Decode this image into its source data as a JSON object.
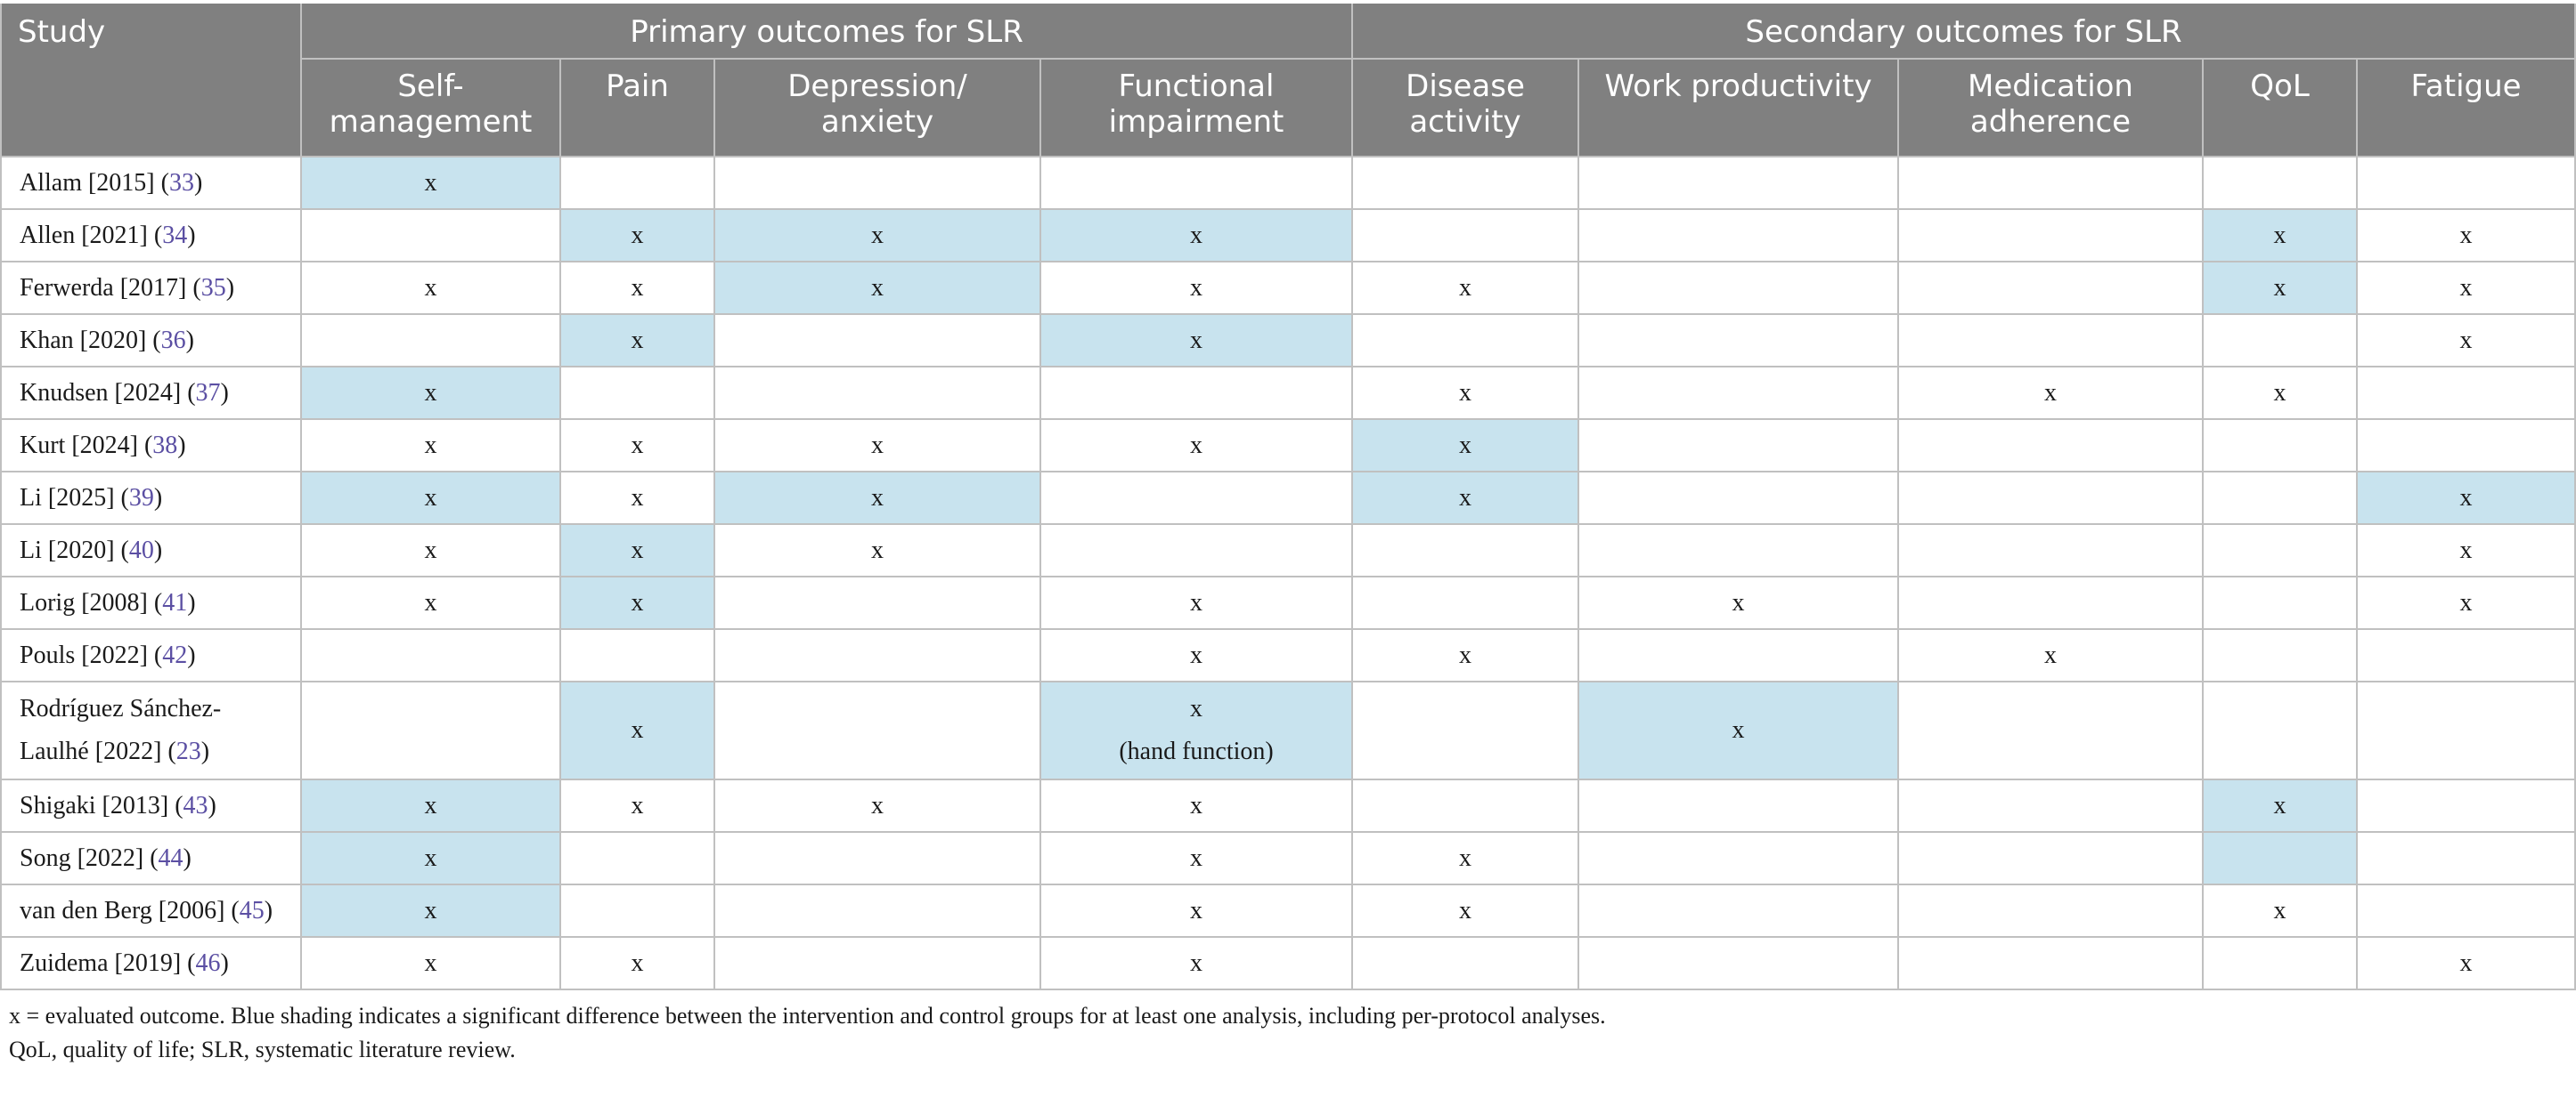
{
  "table": {
    "header_study": "Study",
    "group_primary": "Primary outcomes for SLR",
    "group_secondary": "Secondary outcomes for SLR",
    "columns": [
      {
        "key": "self_management",
        "line1": "Self-",
        "line2": "management"
      },
      {
        "key": "pain",
        "line1": "Pain",
        "line2": ""
      },
      {
        "key": "depression_anxiety",
        "line1": "Depression/",
        "line2": "anxiety"
      },
      {
        "key": "functional_impairment",
        "line1": "Functional",
        "line2": "impairment"
      },
      {
        "key": "disease_activity",
        "line1": "Disease",
        "line2": "activity"
      },
      {
        "key": "work_productivity",
        "line1": "Work productivity",
        "line2": ""
      },
      {
        "key": "medication_adherence",
        "line1": "Medication",
        "line2": "adherence"
      },
      {
        "key": "qol",
        "line1": "QoL",
        "line2": ""
      },
      {
        "key": "fatigue",
        "line1": "Fatigue",
        "line2": ""
      }
    ],
    "shade_color": "#c8e3ee",
    "header_color": "#808080",
    "citation_color": "#5b4fa3",
    "rows": [
      {
        "study_a": "Allam [2015] (",
        "cite": "33",
        "study_b": ")",
        "cells": [
          "x",
          "",
          "",
          "",
          "",
          "",
          "",
          "",
          ""
        ],
        "shaded": [
          true,
          false,
          false,
          false,
          false,
          false,
          false,
          false,
          false
        ]
      },
      {
        "study_a": "Allen [2021] (",
        "cite": "34",
        "study_b": ")",
        "cells": [
          "",
          "x",
          "x",
          "x",
          "",
          "",
          "",
          "x",
          "x"
        ],
        "shaded": [
          false,
          true,
          true,
          true,
          false,
          false,
          false,
          true,
          false
        ]
      },
      {
        "study_a": "Ferwerda [2017] (",
        "cite": "35",
        "study_b": ")",
        "cells": [
          "x",
          "x",
          "x",
          "x",
          "x",
          "",
          "",
          "x",
          "x"
        ],
        "shaded": [
          false,
          false,
          true,
          false,
          false,
          false,
          false,
          true,
          false
        ]
      },
      {
        "study_a": "Khan [2020] (",
        "cite": "36",
        "study_b": ")",
        "cells": [
          "",
          "x",
          "",
          "x",
          "",
          "",
          "",
          "",
          "x"
        ],
        "shaded": [
          false,
          true,
          false,
          true,
          false,
          false,
          false,
          false,
          false
        ]
      },
      {
        "study_a": "Knudsen [2024] (",
        "cite": "37",
        "study_b": ")",
        "cells": [
          "x",
          "",
          "",
          "",
          "x",
          "",
          "x",
          "x",
          ""
        ],
        "shaded": [
          true,
          false,
          false,
          false,
          false,
          false,
          false,
          false,
          false
        ]
      },
      {
        "study_a": "Kurt [2024] (",
        "cite": "38",
        "study_b": ")",
        "cells": [
          "x",
          "x",
          "x",
          "x",
          "x",
          "",
          "",
          "",
          ""
        ],
        "shaded": [
          false,
          false,
          false,
          false,
          true,
          false,
          false,
          false,
          false
        ]
      },
      {
        "study_a": "Li [2025] (",
        "cite": "39",
        "study_b": ")",
        "cells": [
          "x",
          "x",
          "x",
          "",
          "x",
          "",
          "",
          "",
          "x"
        ],
        "shaded": [
          true,
          false,
          true,
          false,
          true,
          false,
          false,
          false,
          true
        ]
      },
      {
        "study_a": "Li [2020] (",
        "cite": "40",
        "study_b": ")",
        "cells": [
          "x",
          "x",
          "x",
          "",
          "",
          "",
          "",
          "",
          "x"
        ],
        "shaded": [
          false,
          true,
          false,
          false,
          false,
          false,
          false,
          false,
          false
        ]
      },
      {
        "study_a": "Lorig [2008] (",
        "cite": "41",
        "study_b": ")",
        "cells": [
          "x",
          "x",
          "",
          "x",
          "",
          "x",
          "",
          "",
          "x"
        ],
        "shaded": [
          false,
          true,
          false,
          false,
          false,
          false,
          false,
          false,
          false
        ]
      },
      {
        "study_a": "Pouls [2022] (",
        "cite": "42",
        "study_b": ")",
        "cells": [
          "",
          "",
          "",
          "x",
          "x",
          "",
          "x",
          "",
          ""
        ],
        "shaded": [
          false,
          false,
          false,
          false,
          false,
          false,
          false,
          false,
          false
        ]
      },
      {
        "study_line1": "Rodríguez Sánchez-",
        "study_a": "Laulhé [2022] (",
        "cite": "23",
        "study_b": ")",
        "cells": [
          "",
          "x",
          "",
          "x",
          "",
          "x",
          "",
          "",
          ""
        ],
        "note": "(hand function)",
        "shaded": [
          false,
          true,
          false,
          true,
          false,
          true,
          false,
          false,
          false
        ]
      },
      {
        "study_a": "Shigaki [2013] (",
        "cite": "43",
        "study_b": ")",
        "cells": [
          "x",
          "x",
          "x",
          "x",
          "",
          "",
          "",
          "x",
          ""
        ],
        "shaded": [
          true,
          false,
          false,
          false,
          false,
          false,
          false,
          true,
          false
        ]
      },
      {
        "study_a": "Song [2022] (",
        "cite": "44",
        "study_b": ")",
        "cells": [
          "x",
          "",
          "",
          "x",
          "x",
          "",
          "",
          "",
          ""
        ],
        "shaded": [
          true,
          false,
          false,
          false,
          false,
          false,
          false,
          true,
          false
        ]
      },
      {
        "study_a": "van den Berg [2006] (",
        "cite": "45",
        "study_b": ")",
        "cells": [
          "x",
          "",
          "",
          "x",
          "x",
          "",
          "",
          "x",
          ""
        ],
        "shaded": [
          true,
          false,
          false,
          false,
          false,
          false,
          false,
          false,
          false
        ]
      },
      {
        "study_a": "Zuidema [2019] (",
        "cite": "46",
        "study_b": ")",
        "cells": [
          "x",
          "x",
          "",
          "x",
          "",
          "",
          "",
          "",
          "x"
        ],
        "shaded": [
          false,
          false,
          false,
          false,
          false,
          false,
          false,
          false,
          false
        ]
      }
    ]
  },
  "footnotes": {
    "line1": "x = evaluated outcome. Blue shading indicates a significant difference between the intervention and control groups for at least one analysis, including per-protocol analyses.",
    "line2": "QoL, quality of life; SLR, systematic literature review."
  }
}
